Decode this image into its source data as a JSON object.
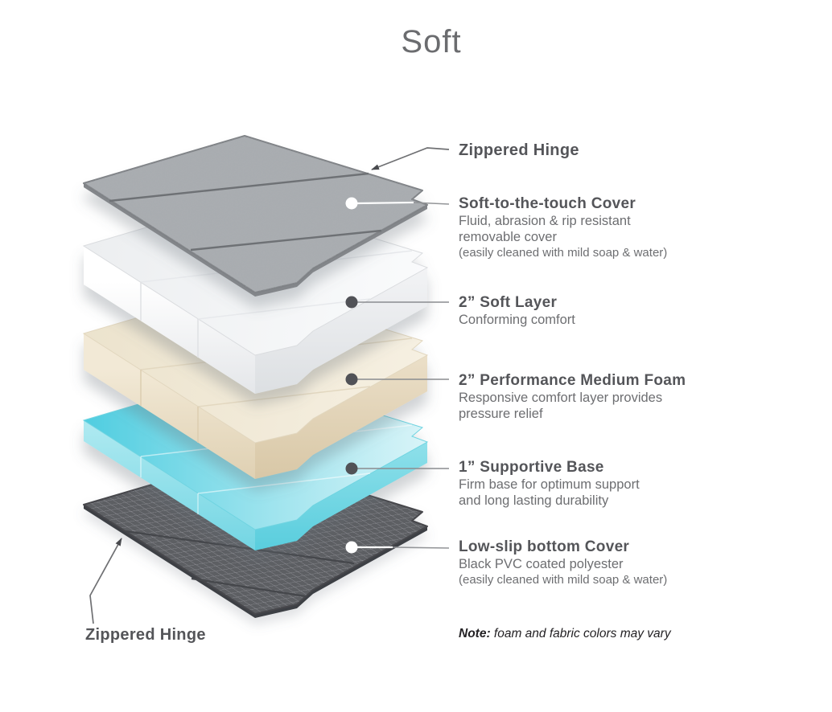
{
  "title": "Soft",
  "colors": {
    "top_cover_gray": "#a8acb0",
    "soft_layer_white": "#f4f6f7",
    "medium_foam_cream": "#f1ead9",
    "supportive_base_cyan": "#5ed2e1",
    "bottom_cover_dark": "#5d5f64",
    "heading_text": "#545559",
    "body_text": "#6d6e71"
  },
  "callouts": {
    "hinge_top": {
      "label": "Zippered Hinge"
    },
    "cover_top": {
      "heading": "Soft-to-the-touch Cover",
      "line1": "Fluid, abrasion & rip resistant",
      "line2": "removable cover",
      "fine": "(easily cleaned with mild soap & water)"
    },
    "soft_layer": {
      "heading": "2” Soft Layer",
      "line1": "Conforming comfort"
    },
    "medium_foam": {
      "heading": "2” Performance Medium Foam",
      "line1": "Responsive comfort layer provides",
      "line2": "pressure relief"
    },
    "supportive_base": {
      "heading": "1” Supportive Base",
      "line1": "Firm base for optimum support",
      "line2": "and long lasting durability"
    },
    "bottom_cover": {
      "heading": "Low-slip bottom Cover",
      "line1": "Black PVC coated polyester",
      "fine": "(easily cleaned with mild soap & water)"
    },
    "hinge_bottom": {
      "label": "Zippered Hinge"
    },
    "note": {
      "label": "Note:",
      "text": " foam and fabric colors may vary"
    }
  }
}
